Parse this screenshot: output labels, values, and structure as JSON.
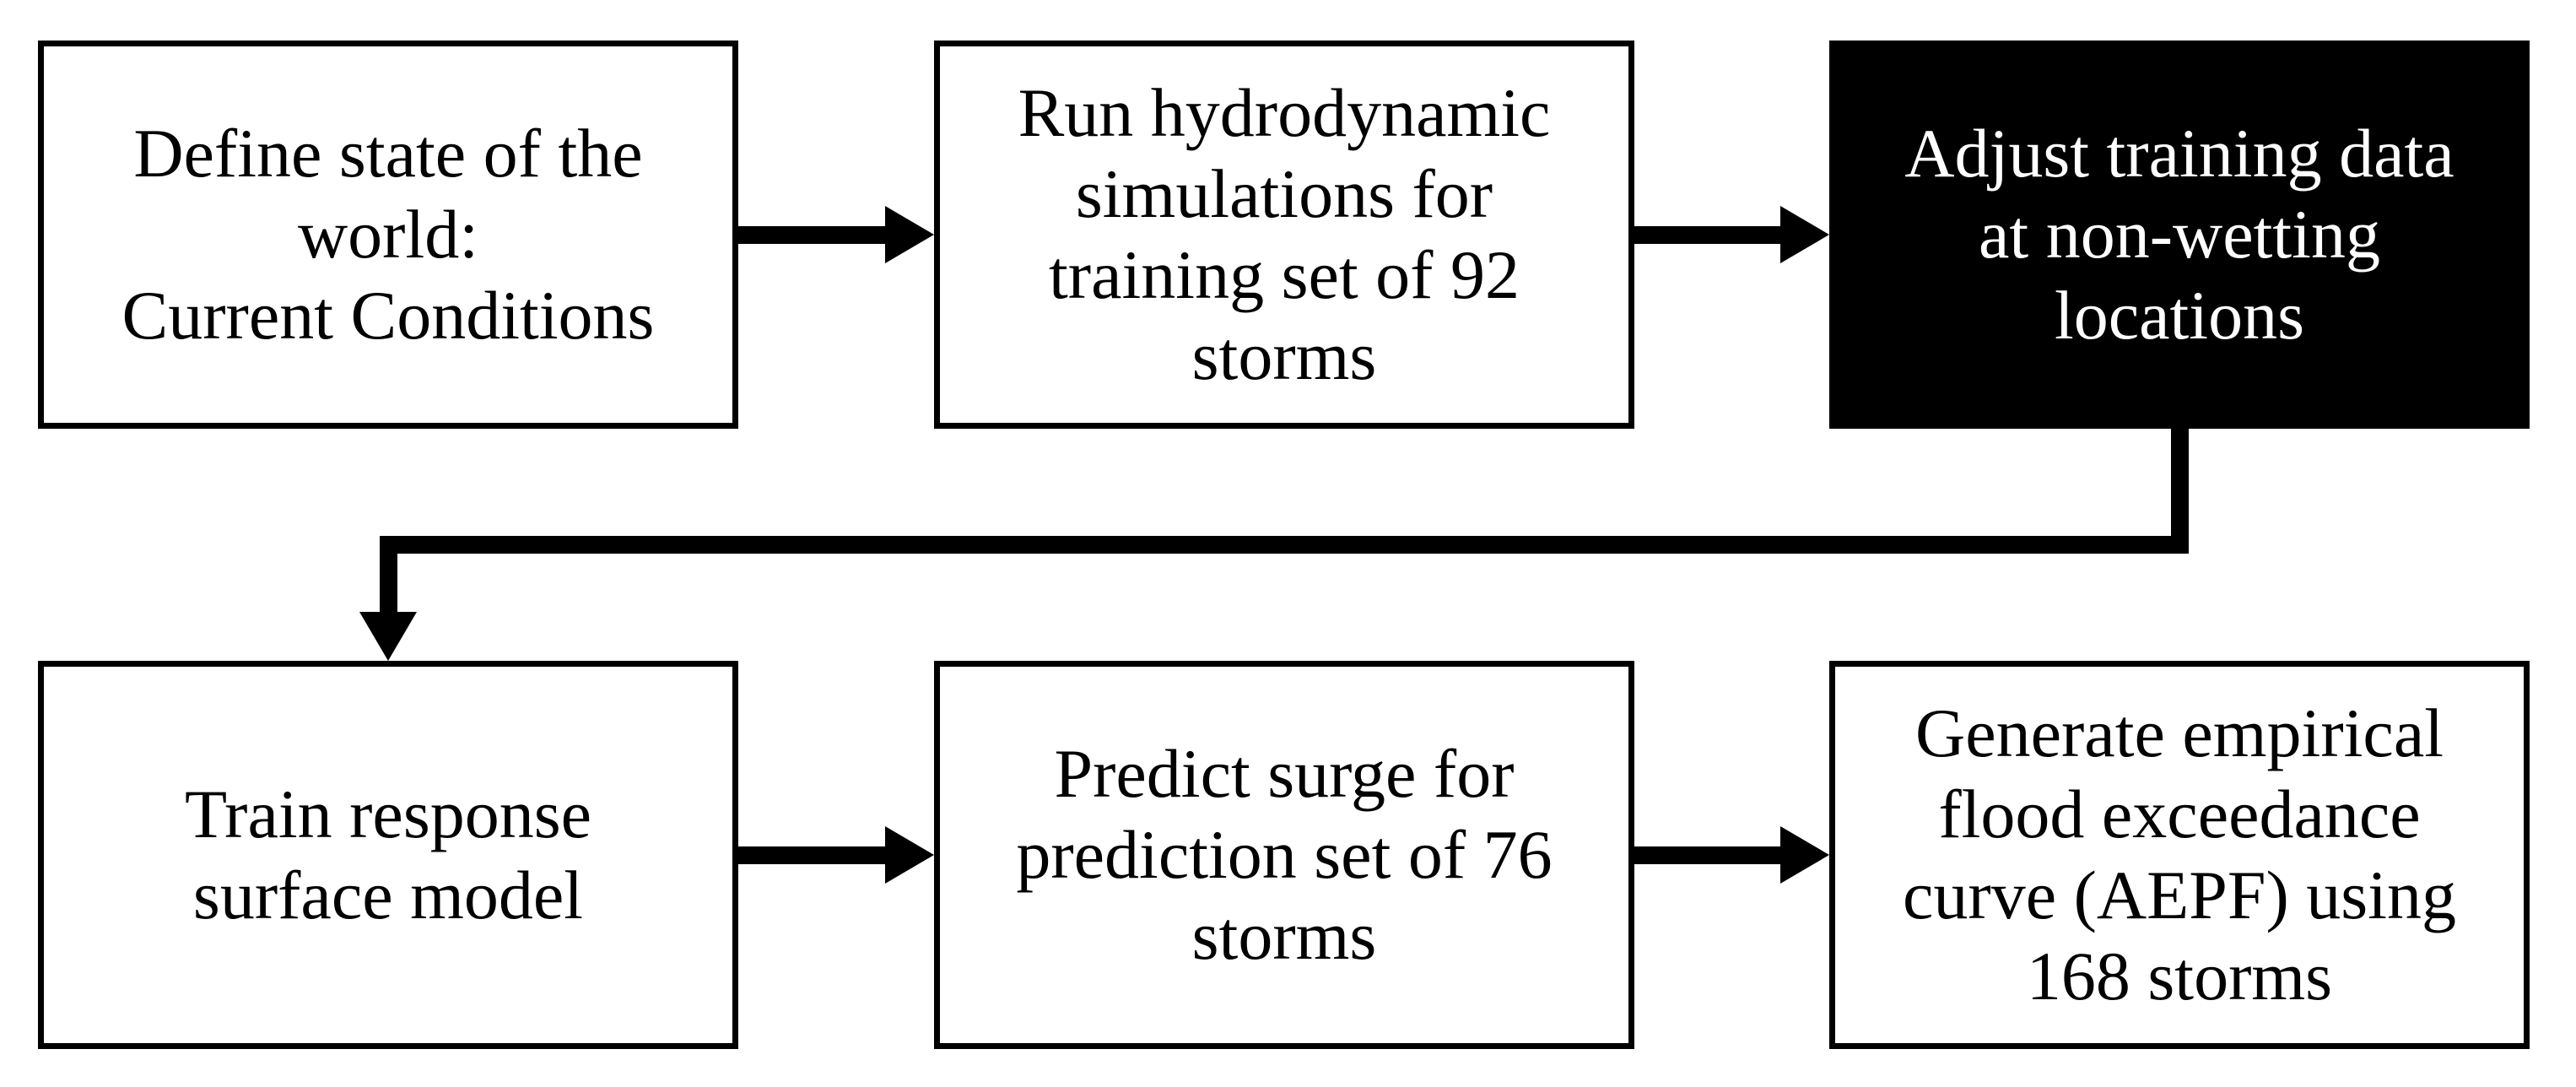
{
  "diagram": {
    "type": "flowchart",
    "background_color": "#ffffff",
    "box_border_color": "#000000",
    "box_fill_color": "#ffffff",
    "box_text_color": "#000000",
    "highlight_box_fill_color": "#000000",
    "highlight_box_text_color": "#ffffff",
    "arrow_color": "#000000",
    "boxes": [
      {
        "id": "define-state",
        "label": "Define state of the\nworld:\nCurrent Conditions",
        "variant": "normal",
        "row": 1,
        "col": 1
      },
      {
        "id": "run-simulations",
        "label": "Run hydrodynamic\nsimulations for\ntraining set of 92\nstorms",
        "variant": "normal",
        "row": 1,
        "col": 2
      },
      {
        "id": "adjust-training-data",
        "label": "Adjust training data\nat non-wetting\nlocations",
        "variant": "inverted",
        "row": 1,
        "col": 3
      },
      {
        "id": "train-model",
        "label": "Train response\nsurface model",
        "variant": "normal",
        "row": 2,
        "col": 1
      },
      {
        "id": "predict-surge",
        "label": "Predict surge for\nprediction set of 76\nstorms",
        "variant": "normal",
        "row": 2,
        "col": 2
      },
      {
        "id": "generate-curve",
        "label": "Generate empirical\nflood exceedance\ncurve (AEPF) using\n168 storms",
        "variant": "normal",
        "row": 2,
        "col": 3
      }
    ],
    "connections": [
      {
        "from": "define-state",
        "to": "run-simulations",
        "shape": "straight-right"
      },
      {
        "from": "run-simulations",
        "to": "adjust-training-data",
        "shape": "straight-right"
      },
      {
        "from": "adjust-training-data",
        "to": "train-model",
        "shape": "elbow-down-left-down"
      },
      {
        "from": "train-model",
        "to": "predict-surge",
        "shape": "straight-right"
      },
      {
        "from": "predict-surge",
        "to": "generate-curve",
        "shape": "straight-right"
      }
    ]
  }
}
